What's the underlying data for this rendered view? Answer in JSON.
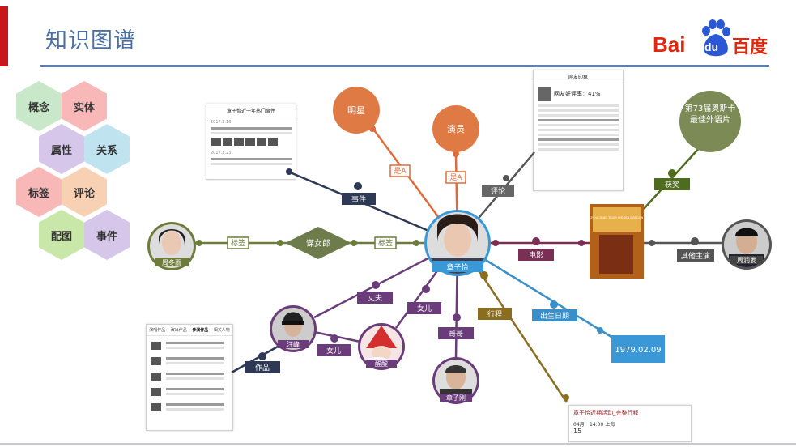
{
  "header": {
    "title": "知识图谱"
  },
  "logo": {
    "bai": "Bai",
    "du": "du",
    "cn": "百度"
  },
  "legend": {
    "items": [
      {
        "label": "概念",
        "color": "#c9e7c9"
      },
      {
        "label": "实体",
        "color": "#f8b8b8"
      },
      {
        "label": "属性",
        "color": "#d5c6ea"
      },
      {
        "label": "关系",
        "color": "#bfe4f0"
      },
      {
        "label": "标签",
        "color": "#f8b8b8"
      },
      {
        "label": "评论",
        "color": "#f8d1b4"
      },
      {
        "label": "配图",
        "color": "#c9e7a8"
      },
      {
        "label": "事件",
        "color": "#d5c6ea"
      }
    ]
  },
  "graph": {
    "center": {
      "name": "章子怡"
    },
    "persons": [
      {
        "id": "zhoudongyu",
        "name": "周冬雨"
      },
      {
        "id": "wangfeng",
        "name": "汪峰"
      },
      {
        "id": "xingxing",
        "name": "醒醒"
      },
      {
        "id": "zhangzigang",
        "name": "章子刚"
      },
      {
        "id": "zhourunfa",
        "name": "周润发"
      }
    ],
    "circles": [
      {
        "id": "mingxing",
        "label": "明星"
      },
      {
        "id": "yanyuan",
        "label": "演员"
      },
      {
        "id": "award",
        "label": "第73届奥斯卡最佳外语片"
      }
    ],
    "diamond": {
      "label": "谋女郎"
    },
    "date_box": {
      "label": "1979.02.09"
    },
    "relations": [
      {
        "id": "shiA1",
        "label": "是A"
      },
      {
        "id": "shiA2",
        "label": "是A"
      },
      {
        "id": "shijian",
        "label": "事件"
      },
      {
        "id": "pinglun",
        "label": "评论"
      },
      {
        "id": "biaoqian1",
        "label": "标签"
      },
      {
        "id": "biaoqian2",
        "label": "标签"
      },
      {
        "id": "dianying",
        "label": "电影"
      },
      {
        "id": "huojiang",
        "label": "获奖"
      },
      {
        "id": "qitazhuyan",
        "label": "其他主演"
      },
      {
        "id": "zhangfu",
        "label": "丈夫"
      },
      {
        "id": "nuer1",
        "label": "女儿"
      },
      {
        "id": "nuer2",
        "label": "女儿"
      },
      {
        "id": "zuopin",
        "label": "作品"
      },
      {
        "id": "gege",
        "label": "哥哥"
      },
      {
        "id": "xingcheng",
        "label": "行程"
      },
      {
        "id": "chushengriqi",
        "label": "出生日期"
      }
    ]
  },
  "cards": {
    "events": {
      "title": "章子怡近一年热门事件",
      "date1": "2017.3.16",
      "date2": "2017.3.23"
    },
    "reviews": {
      "title": "网友印象",
      "rate": "网友好评率：41%"
    },
    "works": {
      "tabs": [
        "演唱作品",
        "演出作品",
        "参演作品",
        "相关人物"
      ]
    },
    "trip": {
      "title": "章子怡近期活动_完整行程",
      "month": "04月",
      "day": "15",
      "time": "14:00 上海"
    }
  },
  "movie": {
    "title": "CROUCHING TIGER HIDDEN DRAGON"
  }
}
